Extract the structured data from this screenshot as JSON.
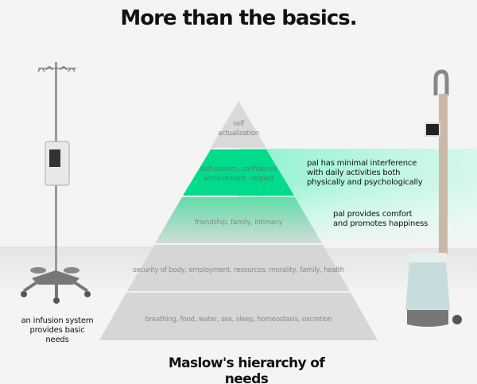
{
  "title": "More than the basics.",
  "subtitle": "Maslow's hierarchy of needs",
  "pyramid": {
    "levels": [
      {
        "line1": "self",
        "line2": "actualization"
      },
      {
        "line1": "self-esteem, confidence",
        "line2": "achievement, respect"
      },
      {
        "line1": "friendship, family, intimacy"
      },
      {
        "line1": "security of body, employment, resources, morality, family, health"
      },
      {
        "line1": "breathing, food, water, sex, sleep, homeostasis, excretion"
      }
    ]
  },
  "notes": {
    "pal_interference": "pal has minimal interference with daily activities both physically and psychologically",
    "pal_comfort": "pal provides comfort and promotes happiness",
    "infusion": "an infusion system provides basic needs"
  },
  "colors": {
    "accent": "#00db8c",
    "level": "#d6d6d6"
  }
}
